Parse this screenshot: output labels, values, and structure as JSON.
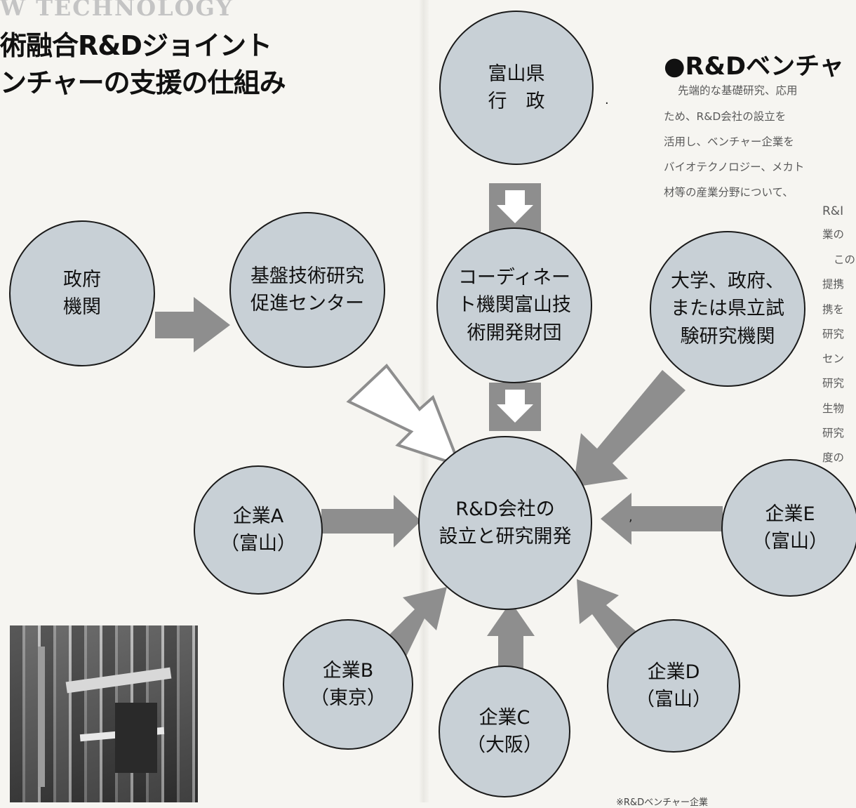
{
  "header": {
    "english": "W TECHNOLOGY",
    "title_line1": "術融合R&Dジョイント",
    "title_line2": "ンチャーの支援の仕組み"
  },
  "diagram": {
    "nodes": {
      "toyama_gov": [
        "富山県",
        "行　政"
      ],
      "national_gov": [
        "政府",
        "機関"
      ],
      "kiban_center": [
        "基盤技術研究",
        "促進センター"
      ],
      "coordinator": [
        "コーディネー",
        "ト機関富山技",
        "術開発財団"
      ],
      "university": [
        "大学、政府、",
        "または県立試",
        "験研究機関"
      ],
      "center": [
        "R&D会社の",
        "設立と研究開発"
      ],
      "company_a": [
        "企業A",
        "（富山）"
      ],
      "company_b": [
        "企業B",
        "（東京）"
      ],
      "company_c": [
        "企業C",
        "（大阪）"
      ],
      "company_d": [
        "企業D",
        "（富山）"
      ],
      "company_e": [
        "企業E",
        "（富山）"
      ]
    },
    "colors": {
      "node_fill": "#c8d0d6",
      "node_border": "#1a1a1a",
      "arrow_fill": "#8e8e8e"
    }
  },
  "right_column": {
    "title": "●R&Dベンチャ",
    "paragraph_lines": [
      "先端的な基礎研究、応用",
      "ため、R&D会社の設立を",
      "活用し、ベンチャー企業を",
      "バイオテクノロジー、メカト",
      "材等の産業分野について、"
    ],
    "narrow_lines": [
      "R&I",
      "業の",
      "この",
      "提携",
      "携を",
      "研究",
      "セン",
      "研究",
      "生物",
      "研究",
      "度の"
    ],
    "footnote": "※R&Dベンチャー企業"
  }
}
